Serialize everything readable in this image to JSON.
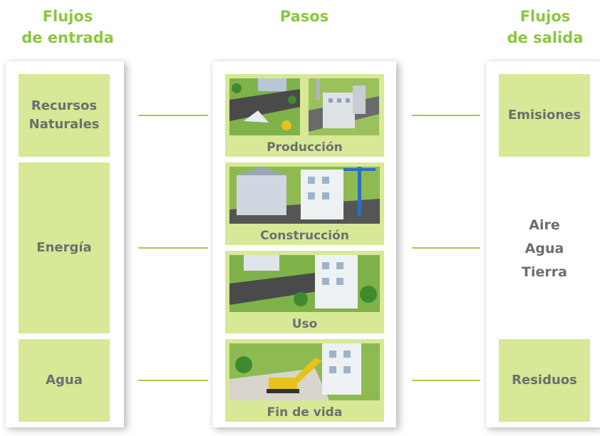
{
  "headers": {
    "inputs": "Flujos\nde entrada",
    "steps": "Pasos",
    "outputs": "Flujos\nde salida"
  },
  "inputs": [
    {
      "label": "Recursos\nNaturales"
    },
    {
      "label": "Energía"
    },
    {
      "label": "Agua"
    }
  ],
  "steps": [
    {
      "label": "Producción",
      "image": "construction-site-and-factory-illustration"
    },
    {
      "label": "Construcción",
      "image": "building-under-construction-illustration"
    },
    {
      "label": "Uso",
      "image": "occupied-building-illustration"
    },
    {
      "label": "Fin de vida",
      "image": "demolition-excavator-illustration"
    }
  ],
  "outputs": {
    "emissions": "Emisiones",
    "media": [
      "Aire",
      "Agua",
      "Tierra"
    ],
    "waste": "Residuos"
  },
  "colors": {
    "header_green": "#8cc63f",
    "box_fill": "#d7e897",
    "connector": "#a5cd45",
    "text_gray": "#6e6e6e"
  }
}
